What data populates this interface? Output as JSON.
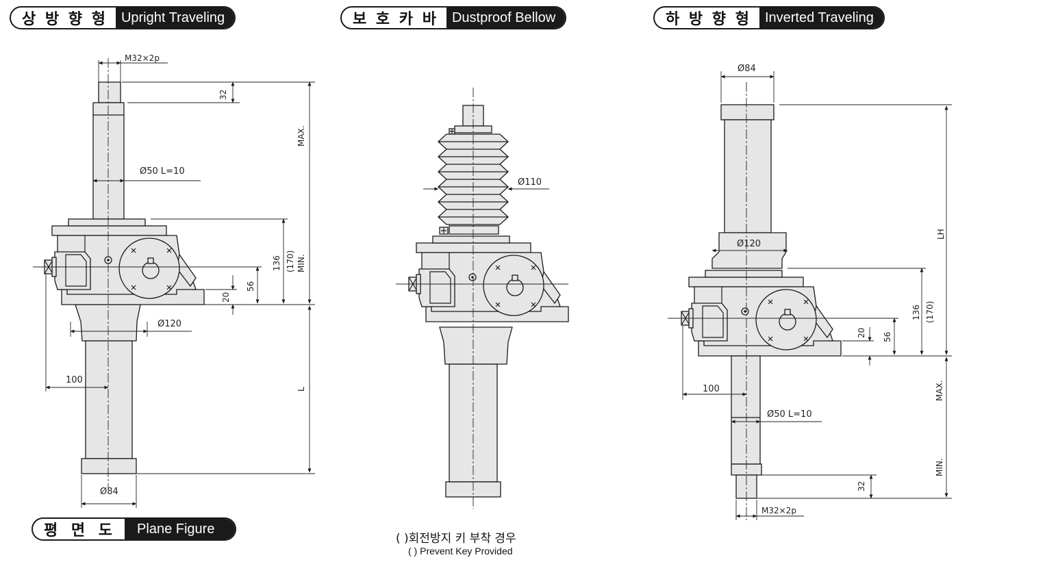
{
  "headers": {
    "upright": {
      "ko": "상 방 향 형",
      "en": "Upright Traveling"
    },
    "bellow": {
      "ko": "보 호 카 바",
      "en": "Dustproof Bellow"
    },
    "inverted": {
      "ko": "하 방 향 형",
      "en": "Inverted Traveling"
    },
    "plane": {
      "ko": "평  면  도",
      "en": "Plane Figure"
    }
  },
  "dims": {
    "upright": {
      "thread": "M32×2p",
      "d32": "32",
      "max": "MAX.",
      "shaft": "Ø50 L=10",
      "d136": "136",
      "d170": "(170)",
      "min": "MIN.",
      "d56": "56",
      "d20": "20",
      "d120": "Ø120",
      "d100": "100",
      "L": "L",
      "d84": "Ø84"
    },
    "bellow": {
      "d110": "Ø110"
    },
    "inverted": {
      "d84": "Ø84",
      "d120": "Ø120",
      "LH": "LH",
      "d136": "136",
      "d170": "(170)",
      "d20": "20",
      "d56": "56",
      "d100": "100",
      "shaft": "Ø50   L=10",
      "max": "MAX.",
      "min": "MIN.",
      "d32": "32",
      "thread": "M32×2p"
    }
  },
  "footnote": {
    "ko": "(  )회전방지 키 부착 경우",
    "en": "(   ) Prevent Key Provided"
  }
}
